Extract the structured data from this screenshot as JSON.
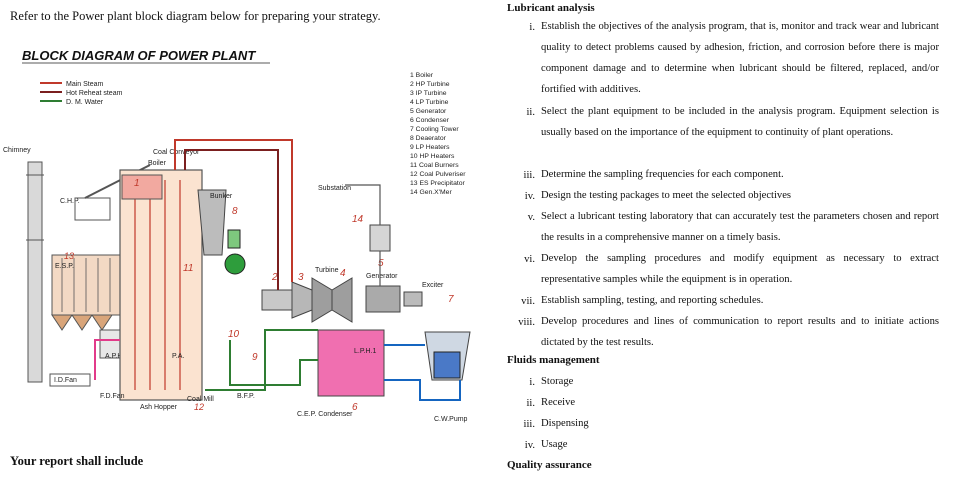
{
  "intro": "Refer to the Power plant block diagram below for preparing your strategy.",
  "footer": "Your report shall include",
  "diagram": {
    "title": "BLOCK DIAGRAM OF POWER PLANT",
    "legend": [
      "Main Steam",
      "Hot Reheat steam",
      "D. M. Water"
    ],
    "components": [
      "1 Boiler",
      "2 HP Turbine",
      "3 IP Turbine",
      "4 LP Turbine",
      "5 Generator",
      "6 Condenser",
      "7 Cooling Tower",
      "8 Deaerator",
      "9 LP Heaters",
      "10 HP Heaters",
      "11 Coal Burners",
      "12 Coal Pulveriser",
      "13 ES Precipitator",
      "14 Gen.X'Mer"
    ],
    "labels": {
      "chimney": "Chimney",
      "chp": "C.H.P.",
      "coal_conveyor": "Coal Conveyor",
      "boiler": "Boiler",
      "bunker": "Bunker",
      "substation": "Substation",
      "turbine": "Turbine",
      "generator": "Generator",
      "exciter": "Exciter",
      "esp": "E.S.P.",
      "aph": "A.P.H.",
      "pa": "P.A.",
      "lph1": "L.P.H.1",
      "id_fan": "I.D.Fan",
      "fd_fan": "F.D.Fan",
      "coal_mill": "Coal Mill",
      "bfp": "B.F.P.",
      "ash_hopper": "Ash Hopper",
      "cep_condenser": "C.E.P. Condenser",
      "cw_pump": "C.W.Pump",
      "n1": "1",
      "n2": "2",
      "n3": "3",
      "n4": "4",
      "n5": "5",
      "n6": "6",
      "n7": "7",
      "n8": "8",
      "n9": "9",
      "n10": "10",
      "n11": "11",
      "n12": "12",
      "n13": "13",
      "n14": "14"
    }
  },
  "right": {
    "lubricant_heading": "Lubricant analysis",
    "lubricant_items": [
      {
        "num": "i.",
        "text": "Establish the objectives of the analysis program, that is, monitor and track wear and lubricant quality to detect problems caused by adhesion, friction, and corrosion before there is major component damage and to determine when lubricant should be filtered, replaced, and/or fortified with additives."
      },
      {
        "num": "ii.",
        "text": "Select the plant equipment to be included in the analysis program. Equipment selection is usually based on the importance of the equipment to continuity of plant operations."
      },
      {
        "num": "iii.",
        "text": "Determine the sampling frequencies for each component."
      },
      {
        "num": "iv.",
        "text": "Design the testing packages to meet the selected objectives"
      },
      {
        "num": "v.",
        "text": "Select a lubricant testing laboratory that can accurately test the parameters chosen and report the results in a comprehensive manner on a timely basis."
      },
      {
        "num": "vi.",
        "text": "Develop the sampling procedures and modify equipment as necessary to extract representative samples while the equipment is in operation."
      },
      {
        "num": "vii.",
        "text": "Establish sampling, testing, and reporting schedules."
      },
      {
        "num": "viii.",
        "text": "Develop procedures and lines of communication to report results and to initiate actions dictated by the test results."
      }
    ],
    "fluids_heading": "Fluids management",
    "fluids_items": [
      {
        "num": "i.",
        "text": "Storage"
      },
      {
        "num": "ii.",
        "text": "Receive"
      },
      {
        "num": "iii.",
        "text": "Dispensing"
      },
      {
        "num": "iv.",
        "text": "Usage"
      }
    ],
    "quality_heading": "Quality assurance"
  },
  "colors": {
    "main_steam": "#c0392b",
    "reheat": "#7b1f1f",
    "water": "#2e7d32",
    "pink": "#e23b8a",
    "cooling": "#1565c0"
  }
}
